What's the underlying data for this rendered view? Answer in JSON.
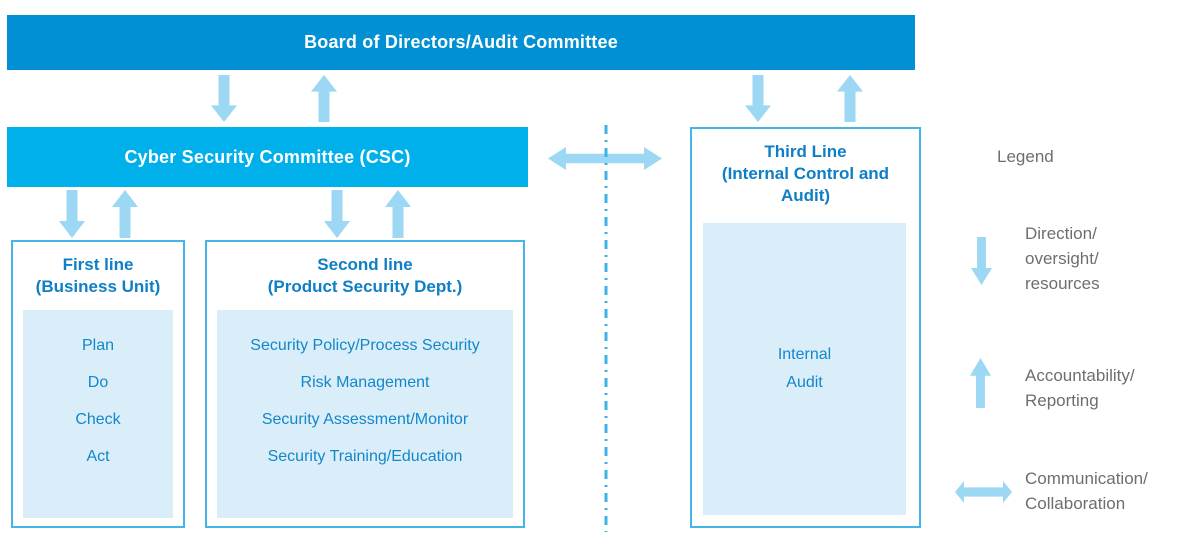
{
  "board": {
    "label": "Board of Directors/Audit Committee"
  },
  "csc": {
    "label": "Cyber Security Committee (CSC)"
  },
  "first_line": {
    "title": "First line",
    "subtitle": "(Business Unit)",
    "items": [
      "Plan",
      "Do",
      "Check",
      "Act"
    ]
  },
  "second_line": {
    "title": "Second line",
    "subtitle": "(Product Security Dept.)",
    "items": [
      "Security Policy/Process Security",
      "Risk Management",
      "Security Assessment/Monitor",
      "Security Training/Education"
    ]
  },
  "third_line": {
    "title": "Third Line",
    "subtitle": "(Internal Control and Audit)",
    "body": "Internal\nAudit"
  },
  "legend": {
    "title": "Legend",
    "entries": [
      {
        "icon": "down-arrow",
        "label": "Direction/\noversight/\nresources"
      },
      {
        "icon": "up-arrow",
        "label": "Accountability/\nReporting"
      },
      {
        "icon": "left-right-arrow",
        "label": "Communication/\nCollaboration"
      }
    ]
  },
  "colors": {
    "board_bar": "#0090d3",
    "csc_bar": "#00b0ea",
    "bar_text": "#ffffff",
    "box_border": "#45b5e5",
    "inner_fill": "#daeefa",
    "heading_text": "#0e7fc6",
    "body_text": "#1486ca",
    "arrow": "#9cd7f3",
    "divider": "#3bb3e6",
    "legend_text": "#6d6e71"
  }
}
